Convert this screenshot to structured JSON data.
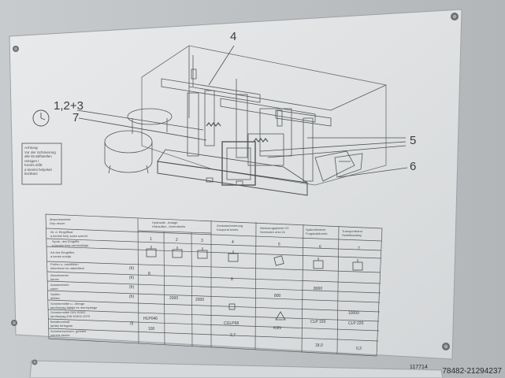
{
  "callouts": {
    "c4": "4",
    "c123": "1,2+3",
    "c7": "7",
    "c5": "5",
    "c6": "6"
  },
  "note_box": [
    "Achtung:",
    "Vor der Schmierung",
    "alle Einstiftstellen",
    "reinigen !",
    "Kenés előtt",
    "a kenési helyeket",
    "tisztítani"
  ],
  "table": {
    "header_left": [
      "Maschinenteile",
      "Gép részei"
    ],
    "groups": [
      {
        "title": [
          "Hydraulik - Anlage",
          "Hidraulika - berendezés"
        ]
      },
      {
        "title": [
          "Zentralschmierung",
          "Központi kenés"
        ]
      },
      {
        "title": [
          "Werkzeugspindel 2X",
          "Szerszám orsó 2x"
        ]
      },
      {
        "title": [
          "Späneförderer",
          "Forgácskihordó"
        ]
      },
      {
        "title": [
          "Transportband",
          "Szállítószalag"
        ]
      }
    ],
    "col_numbers": [
      "1",
      "2",
      "3",
      "4",
      "5",
      "6",
      "7"
    ],
    "row_labels": [
      [
        "Nr. d. Eingriffsst.",
        "a kenési hely szám szerint"
      ],
      [
        "Symb. des Eingriffs",
        "a kenési hely szimbolikája"
      ],
      [
        "Art des Eingriffes",
        "a kenés módja"
      ],
      [
        "Prüfen u. nachfüllen",
        "ellenőrizni és utántölteni"
      ],
      [
        "Abschmieren",
        "kenés"
      ],
      [
        "Auswechseln",
        "csere"
      ],
      [
        "Spülen",
        "öblítés"
      ],
      [
        "Schmiermittel u. -Menge",
        "kenőanyag fajtája és mennyisége"
      ],
      [
        "Schmiermittel DIN 51502",
        "kenőanyag DIN 51502-1979"
      ],
      [
        "Behälterinhalt",
        "tartály térfogata"
      ],
      [
        "Schmierbuchsen, gefettet",
        "zsírzós kenés"
      ]
    ],
    "row_units": [
      "(h)",
      "(h)",
      "(h)",
      "(h)",
      "(l)"
    ],
    "values": {
      "r_check_1": "8",
      "r_check_4": "8",
      "r_exchange_6": "8000",
      "r_exchange_5": "800",
      "r_spul_2": "2000",
      "r_spul_3": "2000",
      "r_lub_7": "10000",
      "r_din_1": "HLP046",
      "r_din_4": "CGLP68",
      "r_din_5": "K3N",
      "r_din_6": "CLP 150",
      "r_din_7": "CLP 220",
      "r_vol_1": "100",
      "r_vol_4": "2,7",
      "r_vol_6": "18,0",
      "r_vol_7": "0,3"
    }
  },
  "serial": "117714",
  "watermark": "78482-21294237"
}
